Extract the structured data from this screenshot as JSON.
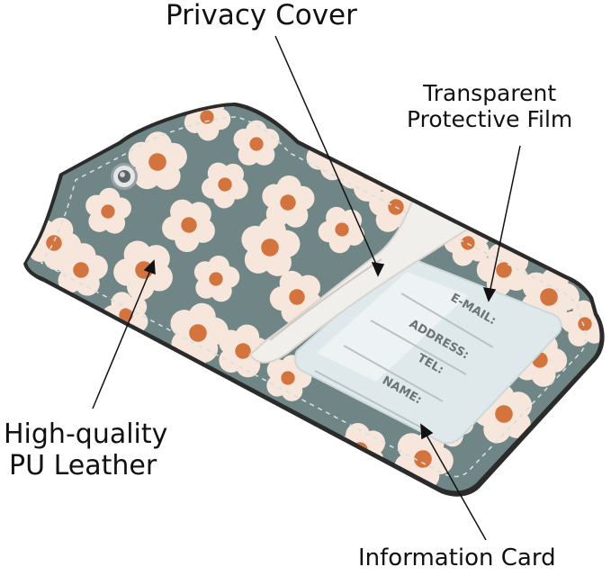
{
  "callouts": {
    "privacy_cover": "Privacy Cover",
    "film_line1": "Transparent",
    "film_line2": "Protective Film",
    "pu_line1": "High-quality",
    "pu_line2": "PU Leather",
    "information_card": "Information Card"
  },
  "card_fields": {
    "email": "E-MAIL:",
    "address": "ADDRESS:",
    "tel": "TEL:",
    "name": "NAME:"
  },
  "colors": {
    "leather": "#6f8586",
    "leather_edge": "#2b2b2b",
    "petal": "#f7e6dc",
    "flower_center": "#d3743f",
    "cover_inner": "#f1efec",
    "film": "#dfe9ec",
    "card_lines": "#b9c3c6",
    "stitch": "#d7dfe0",
    "grommet": "#c9ccce"
  }
}
